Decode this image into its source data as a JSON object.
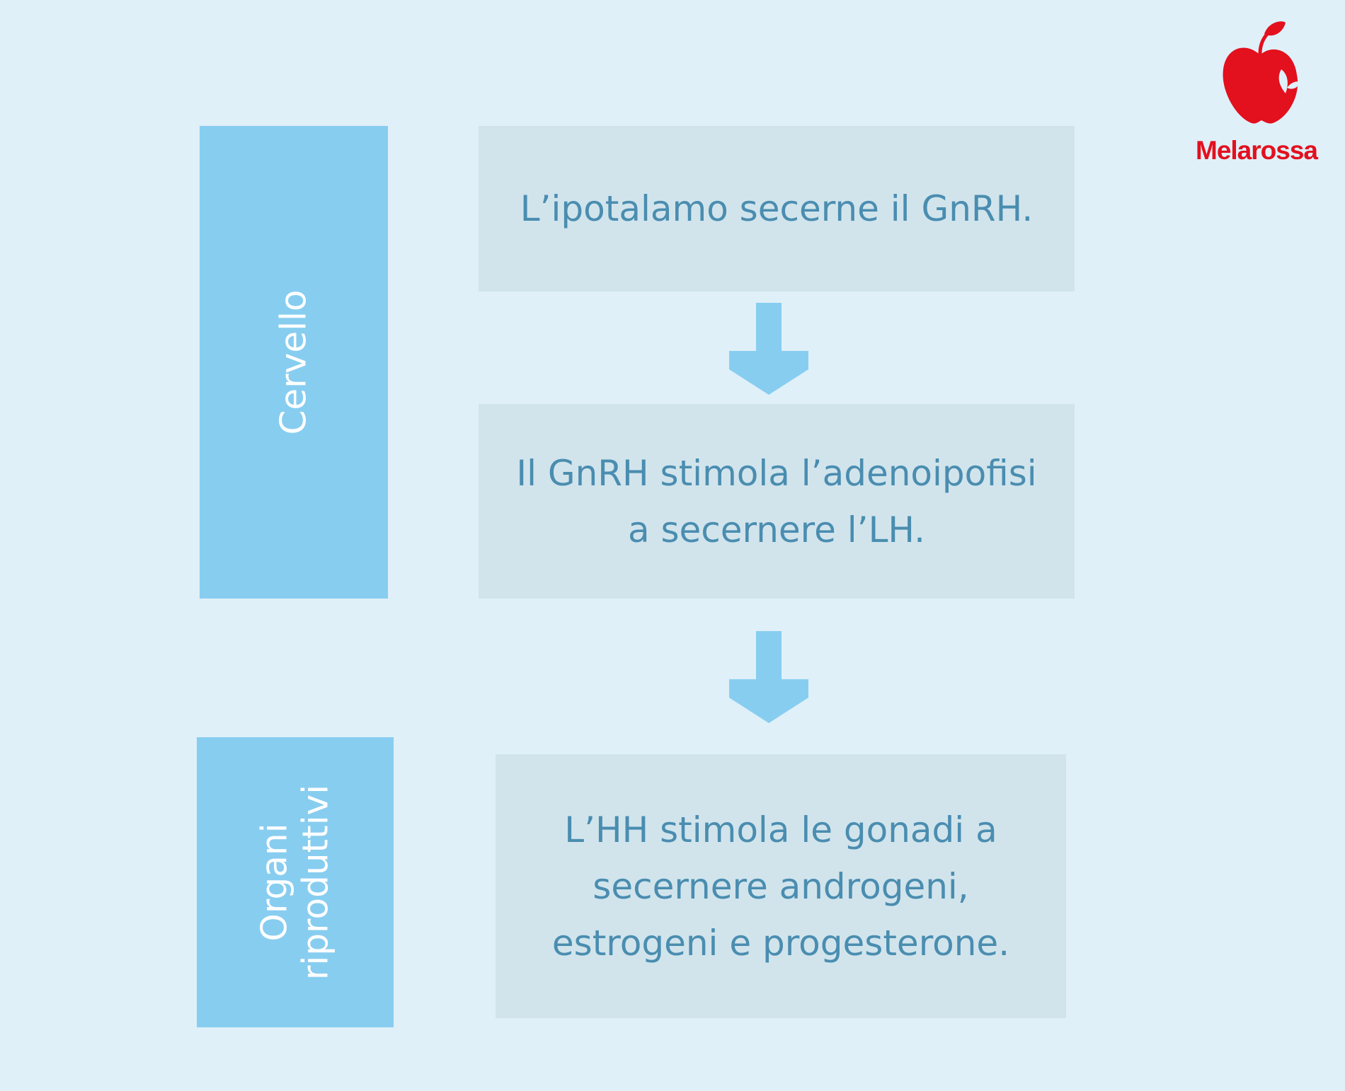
{
  "categories": [
    {
      "label_lines": [
        "Cervello"
      ]
    },
    {
      "label_lines": [
        "Organi",
        "riproduttivi"
      ]
    }
  ],
  "steps": [
    {
      "lines": [
        "L’ipotalamo secerne il GnRH."
      ]
    },
    {
      "lines": [
        "Il GnRH stimola l’adenoipofisi",
        "a secernere l’LH."
      ]
    },
    {
      "lines": [
        "L’HH stimola le gonadi a",
        "secernere androgeni,",
        "estrogeni e progesterone."
      ]
    }
  ],
  "brand": {
    "name": "Melarossa"
  },
  "colors": {
    "background": "#dff0f9",
    "category_box": "#87cdf0",
    "step_box": "#d1e4ec",
    "step_text": "#4a8db0",
    "arrow": "#87cdf0",
    "brand_red": "#e3101e"
  },
  "icons": {
    "arrow": "arrow-down-icon",
    "logo": "apple-icon"
  }
}
